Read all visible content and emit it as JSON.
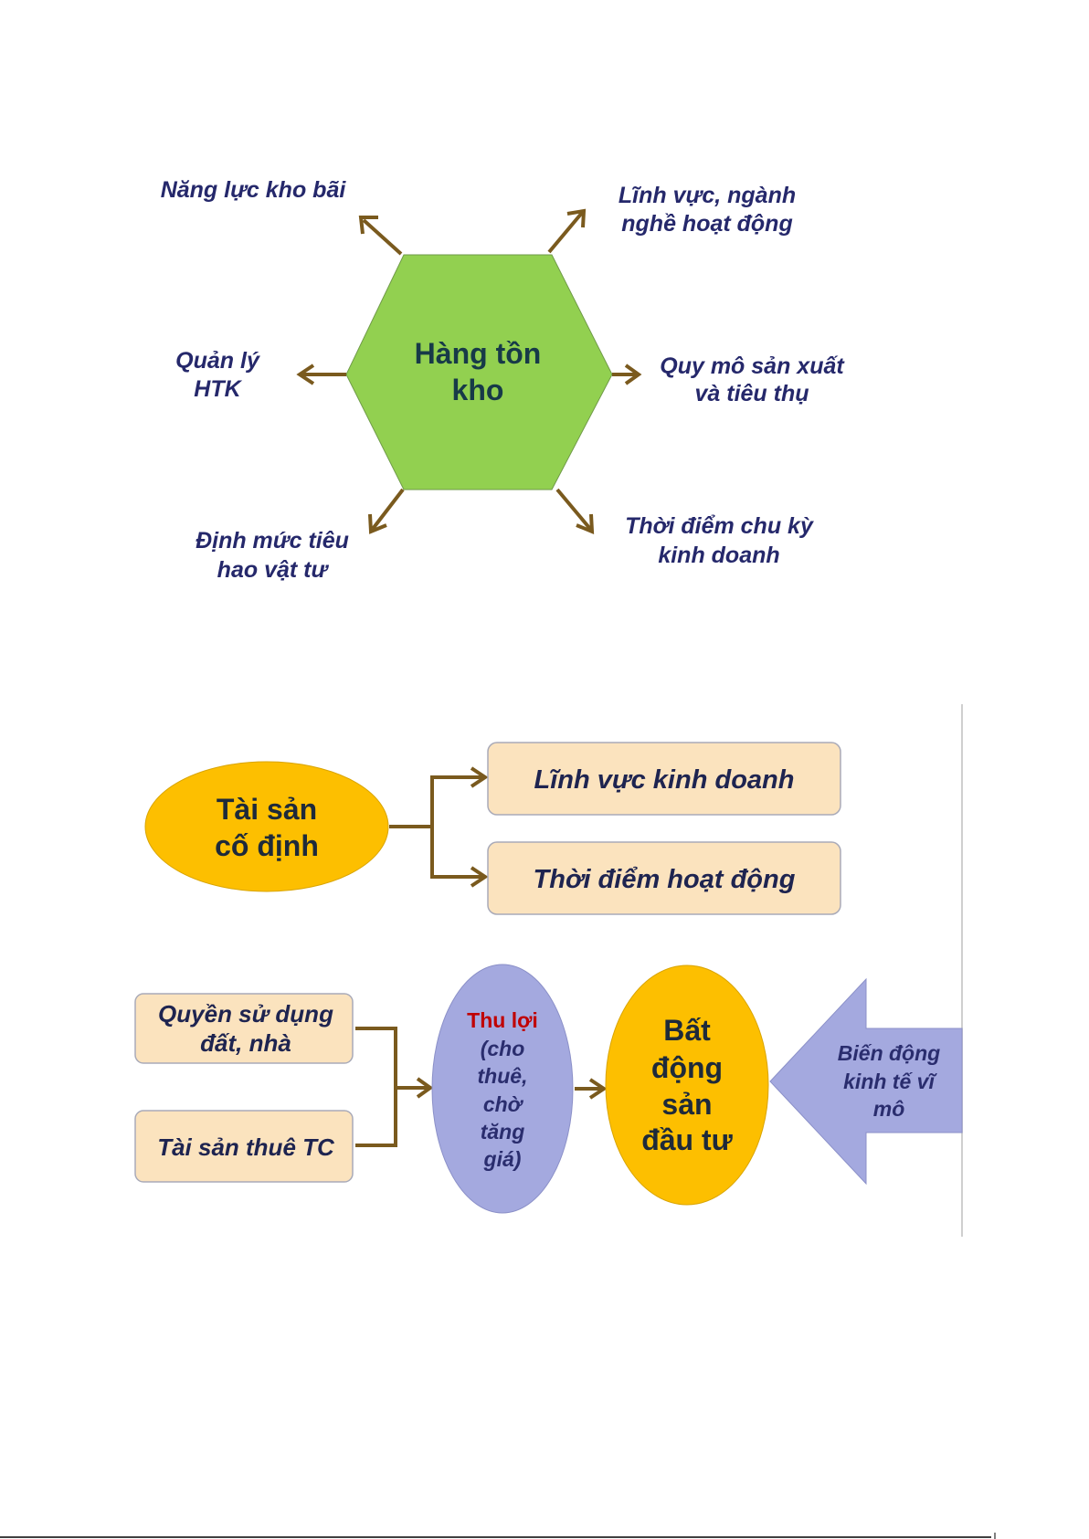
{
  "inventory_diagram": {
    "center": [
      "Hàng tồn",
      "kho"
    ],
    "factors": {
      "top_left": [
        "Năng lực kho bãi"
      ],
      "top_right": [
        "Lĩnh vực, ngành",
        "nghề hoạt động"
      ],
      "left": [
        "Quản lý",
        "HTK"
      ],
      "right": [
        "Quy mô sản xuất",
        "và tiêu thụ"
      ],
      "bottom_left": [
        "Định mức tiêu",
        "hao vật tư"
      ],
      "bottom_right": [
        "Thời điểm chu kỳ",
        "kinh doanh"
      ]
    }
  },
  "fixed_asset_diagram": {
    "center": [
      "Tài sản",
      "cố định"
    ],
    "items": [
      "Lĩnh vực kinh doanh",
      "Thời điểm hoạt động"
    ]
  },
  "investment_property_diagram": {
    "sources": [
      [
        "Quyền sử dụng",
        "đất, nhà"
      ],
      [
        "Tài sản thuê TC"
      ]
    ],
    "purpose_title": "Thu lợi",
    "purpose_lines": [
      "(cho",
      "thuê,",
      "chờ",
      "tăng",
      "giá)"
    ],
    "center": [
      "Bất",
      "động",
      "sản",
      "đầu tư"
    ],
    "external": [
      "Biến động",
      "kinh tế vĩ",
      "mô"
    ]
  },
  "colors": {
    "text": "#25286b",
    "arrow": "#7a5a1e",
    "hexagon": "#92d050",
    "orange": "#fdbf00",
    "box": "#fbe3be",
    "purple": "#a4a9df",
    "highlight": "#c00000"
  }
}
